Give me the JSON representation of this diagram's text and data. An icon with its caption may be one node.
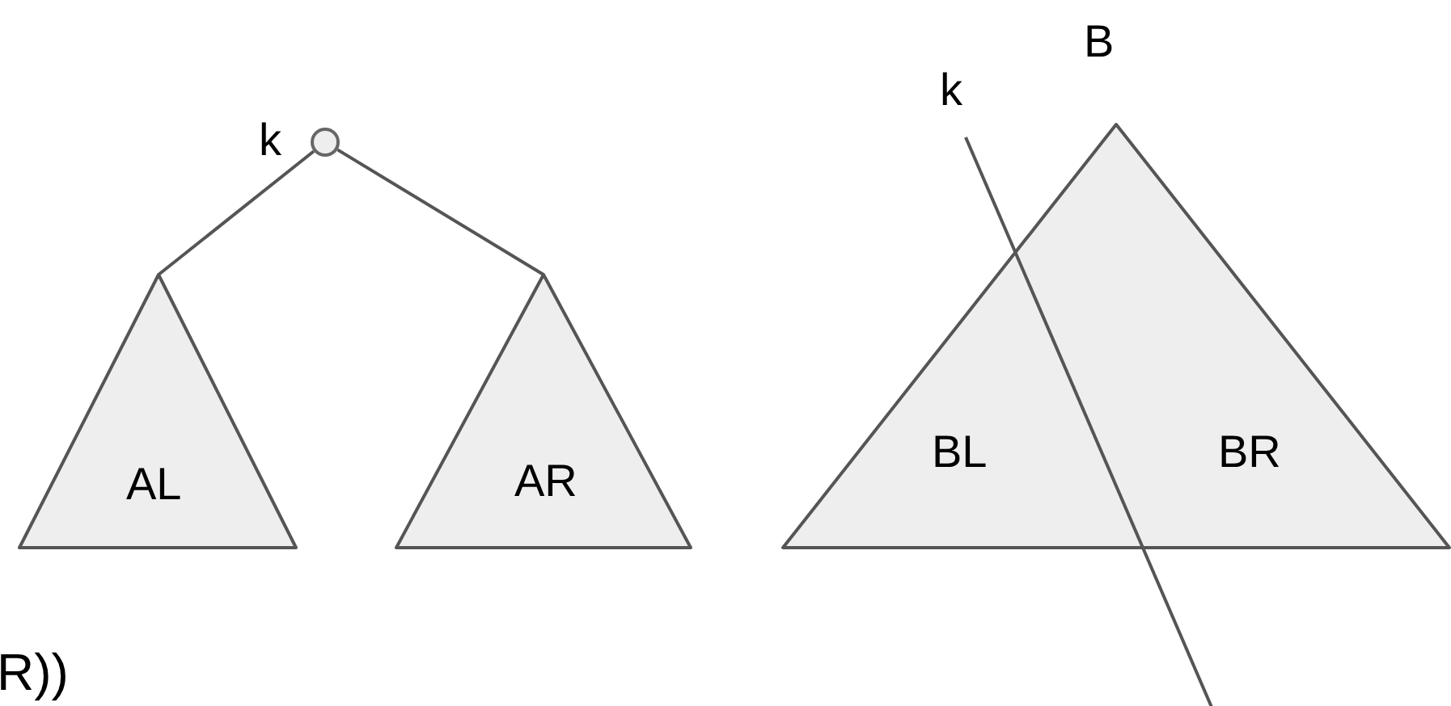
{
  "diagram": {
    "nodes": [
      {
        "text": [],
        "shape": "circle",
        "beside": [
          "k"
        ]
      },
      {
        "text": [
          "AL"
        ]
      },
      {
        "text": [
          "AR"
        ]
      },
      {
        "text": [
          "B",
          "BL",
          "BR"
        ]
      }
    ],
    "edges": [
      {
        "from": 0,
        "to": 1,
        "arrow": "none"
      },
      {
        "from": 0,
        "to": 2,
        "arrow": "none"
      }
    ],
    "labels": [
      "k",
      "R))"
    ]
  }
}
